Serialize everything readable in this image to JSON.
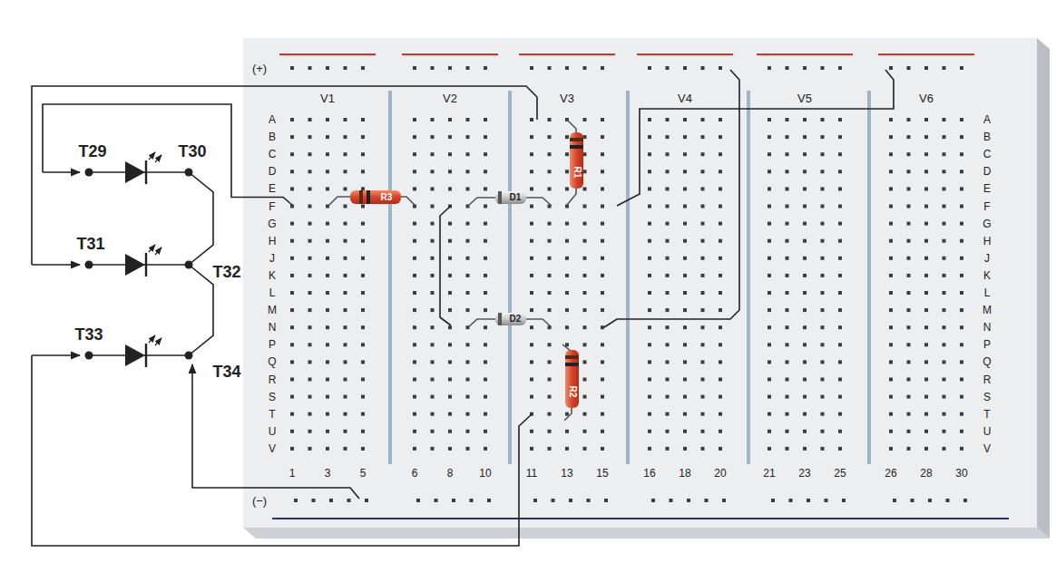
{
  "diagram": {
    "labels": [
      "(+)",
      "V1",
      "V2",
      "V3",
      "V4",
      "V5",
      "V6",
      "A",
      "B",
      "C",
      "D",
      "E",
      "F",
      "G",
      "H",
      "J",
      "K",
      "L",
      "M",
      "N",
      "P",
      "Q",
      "R",
      "S",
      "T",
      "U",
      "V",
      "A",
      "B",
      "C",
      "D",
      "E",
      "F",
      "G",
      "H",
      "J",
      "K",
      "L",
      "M",
      "N",
      "P",
      "Q",
      "R",
      "S",
      "T",
      "U",
      "V",
      "1",
      "3",
      "5",
      "6",
      "8",
      "10",
      "11",
      "13",
      "15",
      "16",
      "18",
      "20",
      "21",
      "23",
      "25",
      "26",
      "28",
      "30",
      "T29",
      "T30",
      "T31",
      "T32",
      "T33",
      "T34",
      "R1",
      "R2",
      "R3",
      "D1",
      "D2",
      "(−)"
    ]
  }
}
